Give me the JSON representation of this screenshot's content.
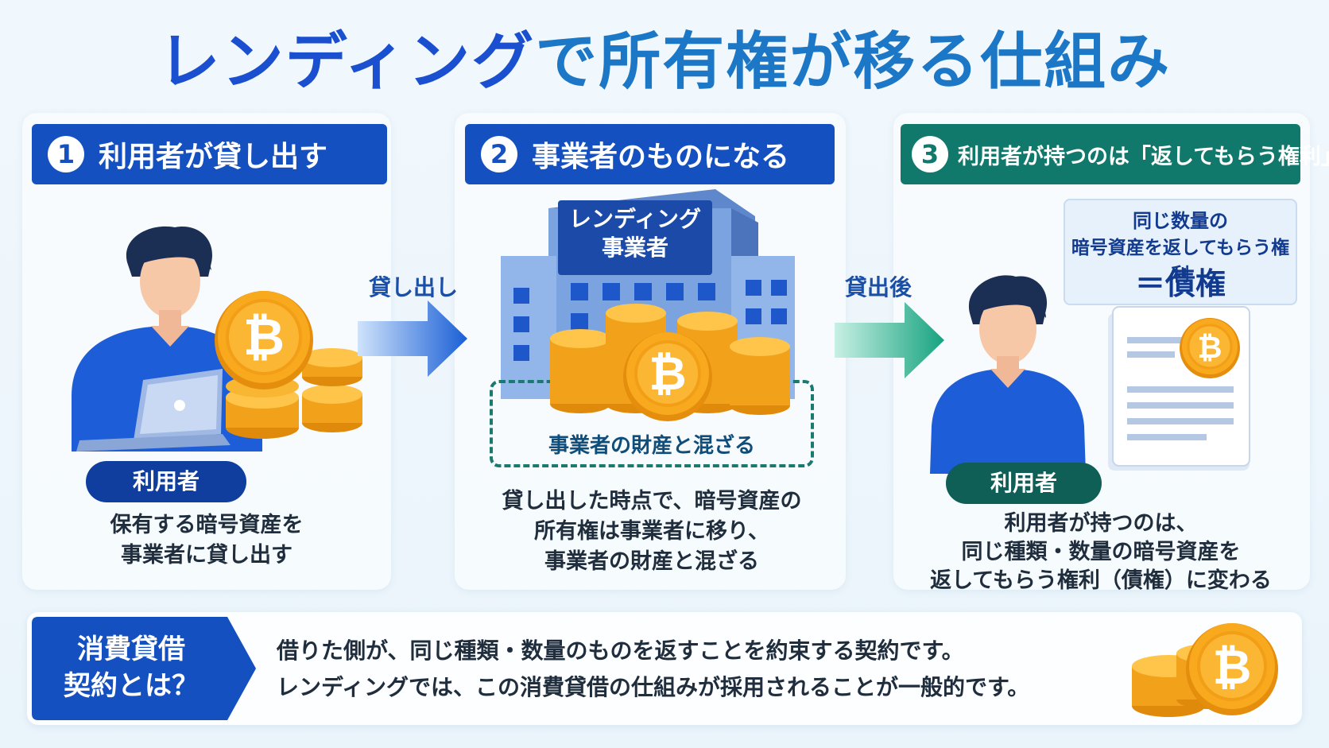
{
  "title": {
    "part1": "レンディング",
    "part2": "で所有権が移る仕組み"
  },
  "colors": {
    "blue_dark": "#0f3e9e",
    "blue_header": "#1550c0",
    "teal_header": "#11796c",
    "teal_dark": "#0f5f57",
    "coin": "#f5a623"
  },
  "steps": [
    {
      "num": "1",
      "header": "利用者が貸し出す",
      "person_label": "利用者",
      "desc_lines": [
        "保有する暗号資産を",
        "事業者に貸し出す"
      ]
    },
    {
      "num": "2",
      "header": "事業者のものになる",
      "building_sign_lines": [
        "レンディング",
        "事業者"
      ],
      "mix_label": "事業者の財産と混ざる",
      "desc_lines": [
        "貸し出した時点で、暗号資産の",
        "所有権は事業者に移り、",
        "事業者の財産と混ざる"
      ]
    },
    {
      "num": "3",
      "header": "利用者が持つのは「返してもらう権利」",
      "claim_lines": [
        "同じ数量の",
        "暗号資産を返してもらう権利",
        "＝債権"
      ],
      "person_label": "利用者",
      "desc_lines": [
        "利用者が持つのは、",
        "同じ種類・数量の暗号資産を",
        "返してもらう権利（債権）に変わる"
      ]
    }
  ],
  "arrows": [
    {
      "label": "貸し出し"
    },
    {
      "label": "貸出後"
    }
  ],
  "bottom": {
    "label_lines": [
      "消費貸借",
      "契約とは？"
    ],
    "text_lines": [
      "借りた側が、同じ種類・数量のものを返すことを約束する契約です。",
      "レンディングでは、この消費貸借の仕組みが採用されることが一般的です。"
    ]
  },
  "icons": {
    "coin": "bitcoin-coin-icon",
    "laptop": "laptop-icon",
    "building": "building-icon",
    "document": "document-icon",
    "person": "person-icon"
  }
}
